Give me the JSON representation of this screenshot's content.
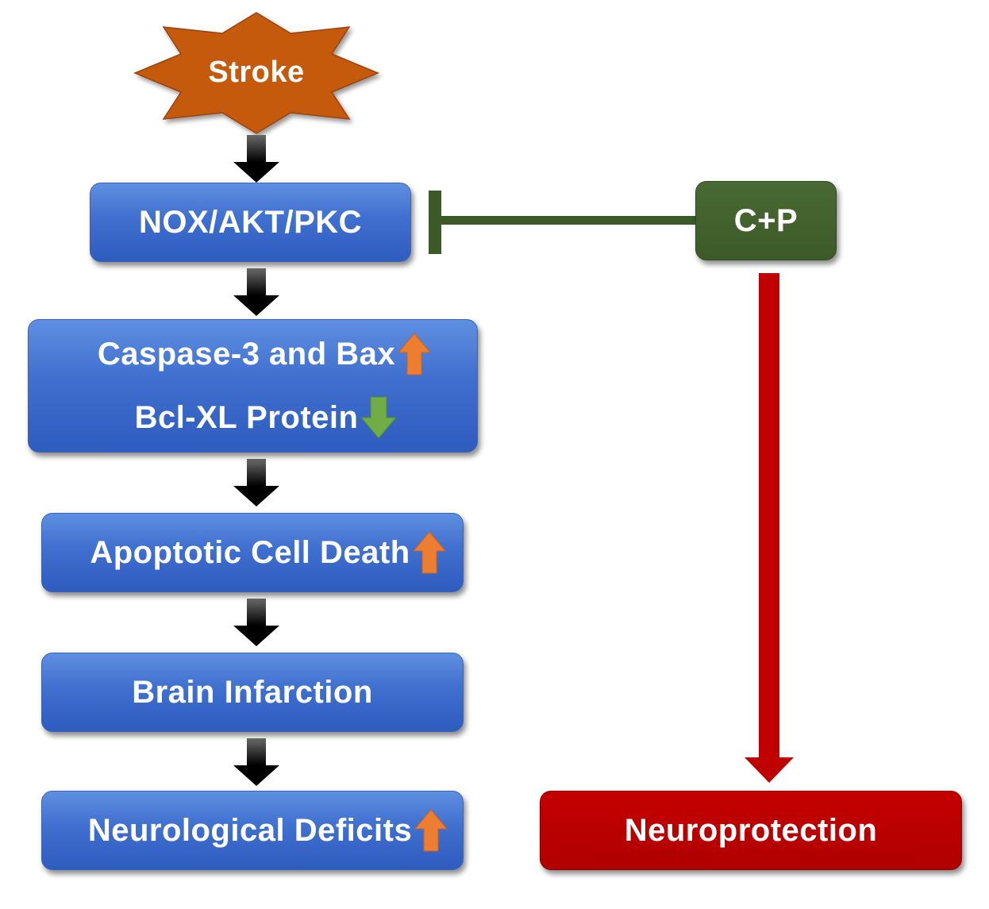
{
  "nodes": {
    "stroke": "Stroke",
    "nox": "NOX/AKT/PKC",
    "caspase": "Caspase-3 and Bax",
    "bclxl": "Bcl-XL Protein",
    "apoptotic": "Apoptotic Cell Death",
    "infarction": "Brain Infarction",
    "deficits": "Neurological Deficits",
    "cp": "C+P",
    "neuroprotection": "Neuroprotection"
  },
  "colors": {
    "stroke_fill": "#c55a11",
    "blue_box": "#3f6fcf",
    "green_box": "#3b5a27",
    "red_box": "#b00000",
    "inhibit_line": "#3b5a27",
    "activate_arrow": "#c00000",
    "up_arrow": "#ed7d31",
    "down_arrow": "#70ad47",
    "flow_arrow": "#000000"
  },
  "indicators": {
    "caspase": "up",
    "bclxl": "down",
    "apoptotic": "up",
    "deficits": "up"
  }
}
